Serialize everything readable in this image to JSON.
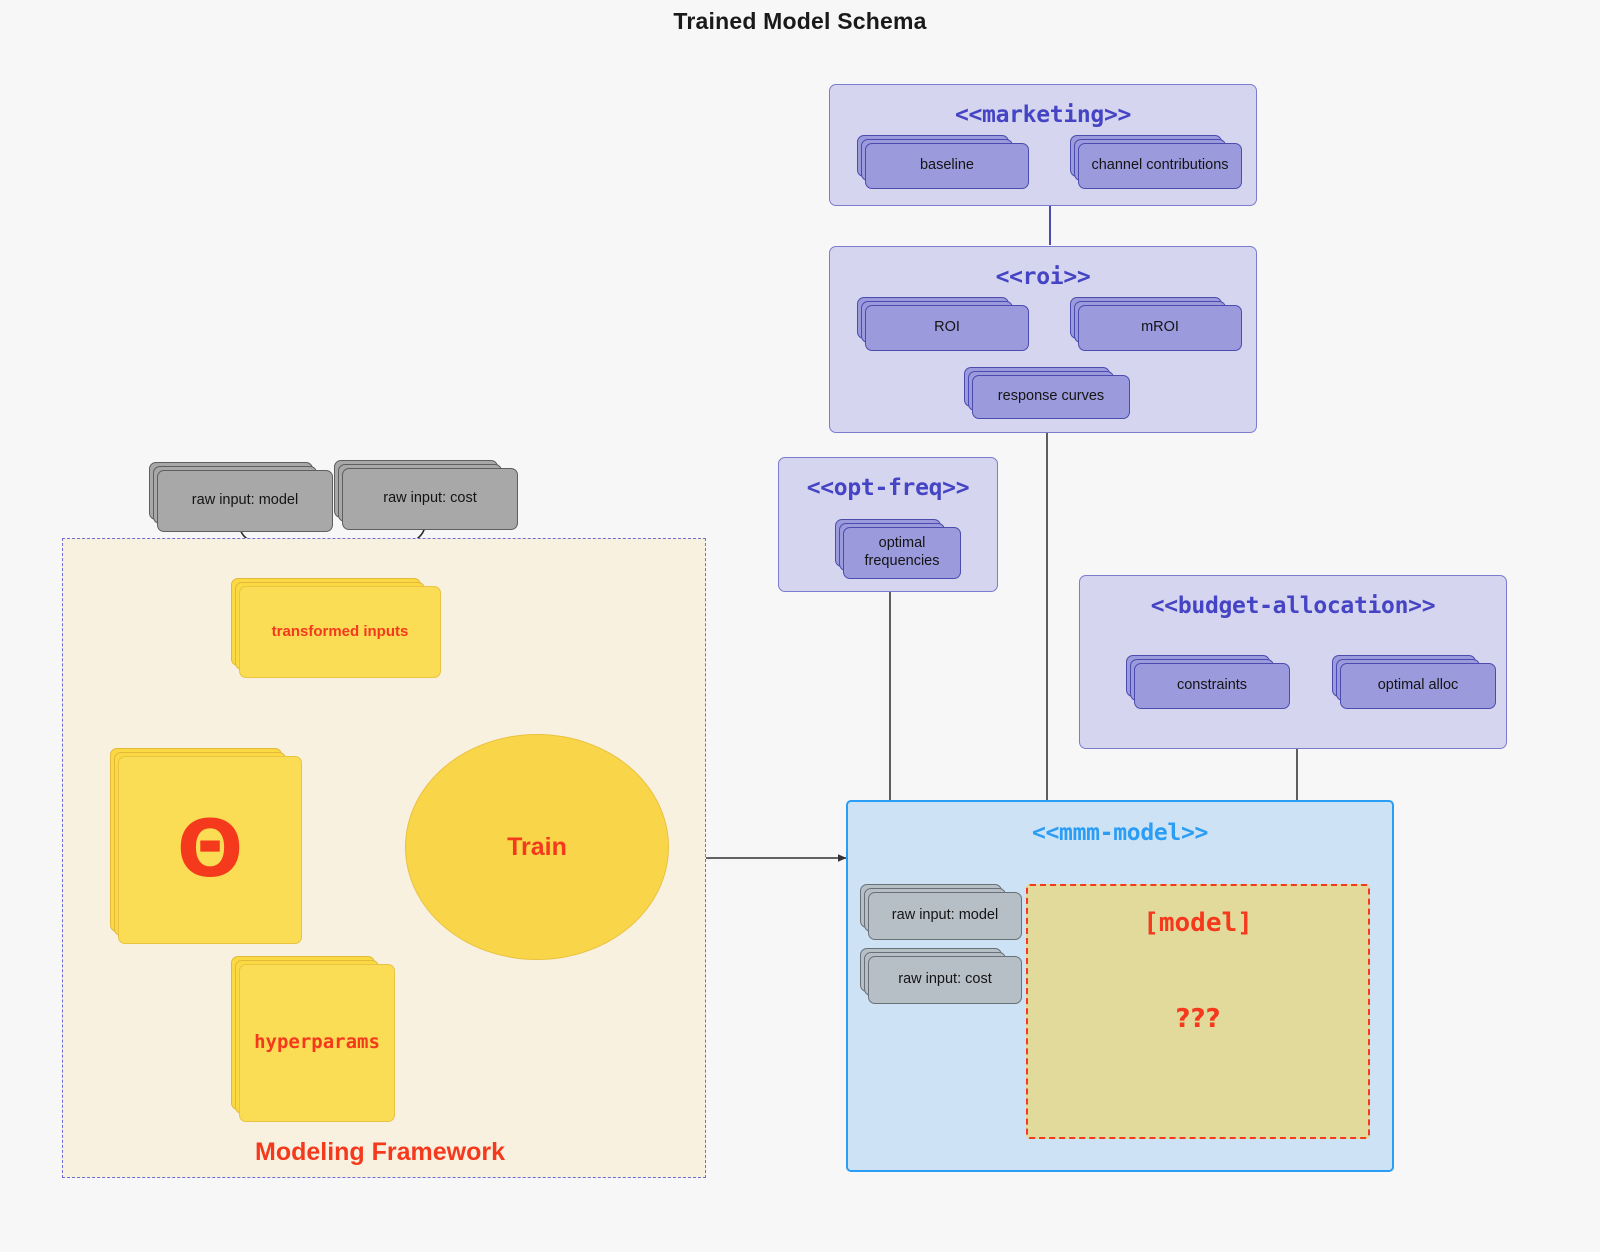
{
  "title": "Trained Model Schema",
  "packages": {
    "marketing": {
      "name": "<<marketing>>",
      "nodes": [
        {
          "label": "baseline"
        },
        {
          "label": "channel contributions"
        }
      ]
    },
    "roi": {
      "name": "<<roi>>",
      "nodes": [
        {
          "label": "ROI"
        },
        {
          "label": "mROI"
        },
        {
          "label": "response curves"
        }
      ]
    },
    "opt_freq": {
      "name": "<<opt-freq>>",
      "nodes": [
        {
          "label": "optimal frequencies"
        }
      ]
    },
    "budget_allocation": {
      "name": "<<budget-allocation>>",
      "nodes": [
        {
          "label": "constraints"
        },
        {
          "label": "optimal alloc"
        }
      ]
    },
    "mmm_model": {
      "name": "<<mmm-model>>",
      "inputs": [
        {
          "label": "raw input: model"
        },
        {
          "label": "raw input: cost"
        }
      ],
      "model_panel": {
        "title": "[model]",
        "unknown": "???"
      }
    }
  },
  "framework": {
    "label": "Modeling Framework",
    "raw_inputs": [
      {
        "label": "raw input: model"
      },
      {
        "label": "raw input: cost"
      }
    ],
    "transformed_inputs": "transformed inputs",
    "theta": "Θ",
    "hyperparams": "hyperparams",
    "train": "Train"
  },
  "colors": {
    "page_background": "#f7f7f7",
    "package_fill": "#d5d5ef",
    "package_border": "#7b7bcf",
    "package_title": "#4444c4",
    "node_fill": "#9a9add",
    "node_border": "#4c4cae",
    "gray_node_fill": "#a8a8a8",
    "steel_node_fill": "#b7bfc6",
    "framework_fill": "#f8f1e0",
    "framework_border": "#6e6ed6",
    "yellow_fill": "#fbdc55",
    "yellow_border": "#e9c441",
    "ellipse_fill": "#f9d649",
    "accent_red": "#f4391d",
    "mmm_fill": "#cde2f5",
    "mmm_border": "#2a9df4",
    "model_panel_fill": "#e1da9a",
    "connector_gray": "#4d4d4d"
  }
}
